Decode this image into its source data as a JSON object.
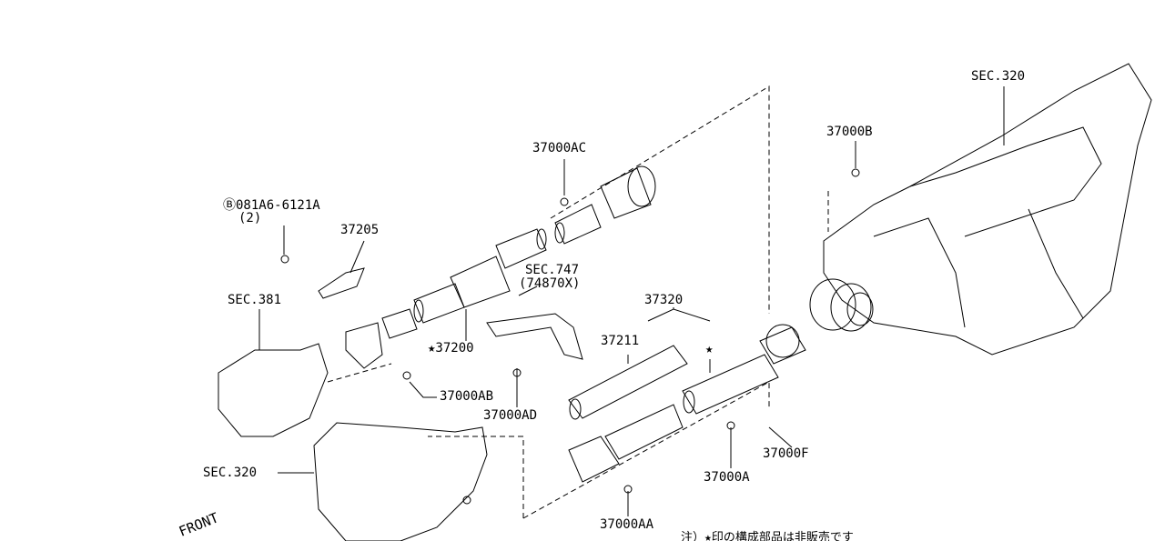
{
  "labels": {
    "sec320_top": "SEC.320",
    "p37000B": "37000B",
    "p37000AC": "37000AC",
    "bolt": "Ⓑ081A6-6121A",
    "bolt_qty": "(2)",
    "p37205": "37205",
    "sec747": "SEC.747",
    "sec747_sub": "(74870X)",
    "p37320": "37320",
    "sec381": "SEC.381",
    "p37211": "37211",
    "p37200": "★37200",
    "star": "★",
    "p37000AB": "37000AB",
    "p37000AD": "37000AD",
    "p37000F": "37000F",
    "sec320_bottom": "SEC.320",
    "p37000A": "37000A",
    "p37000AA": "37000AA",
    "front": "FRONT",
    "note": "注）★印の構成部品は非販売です"
  }
}
